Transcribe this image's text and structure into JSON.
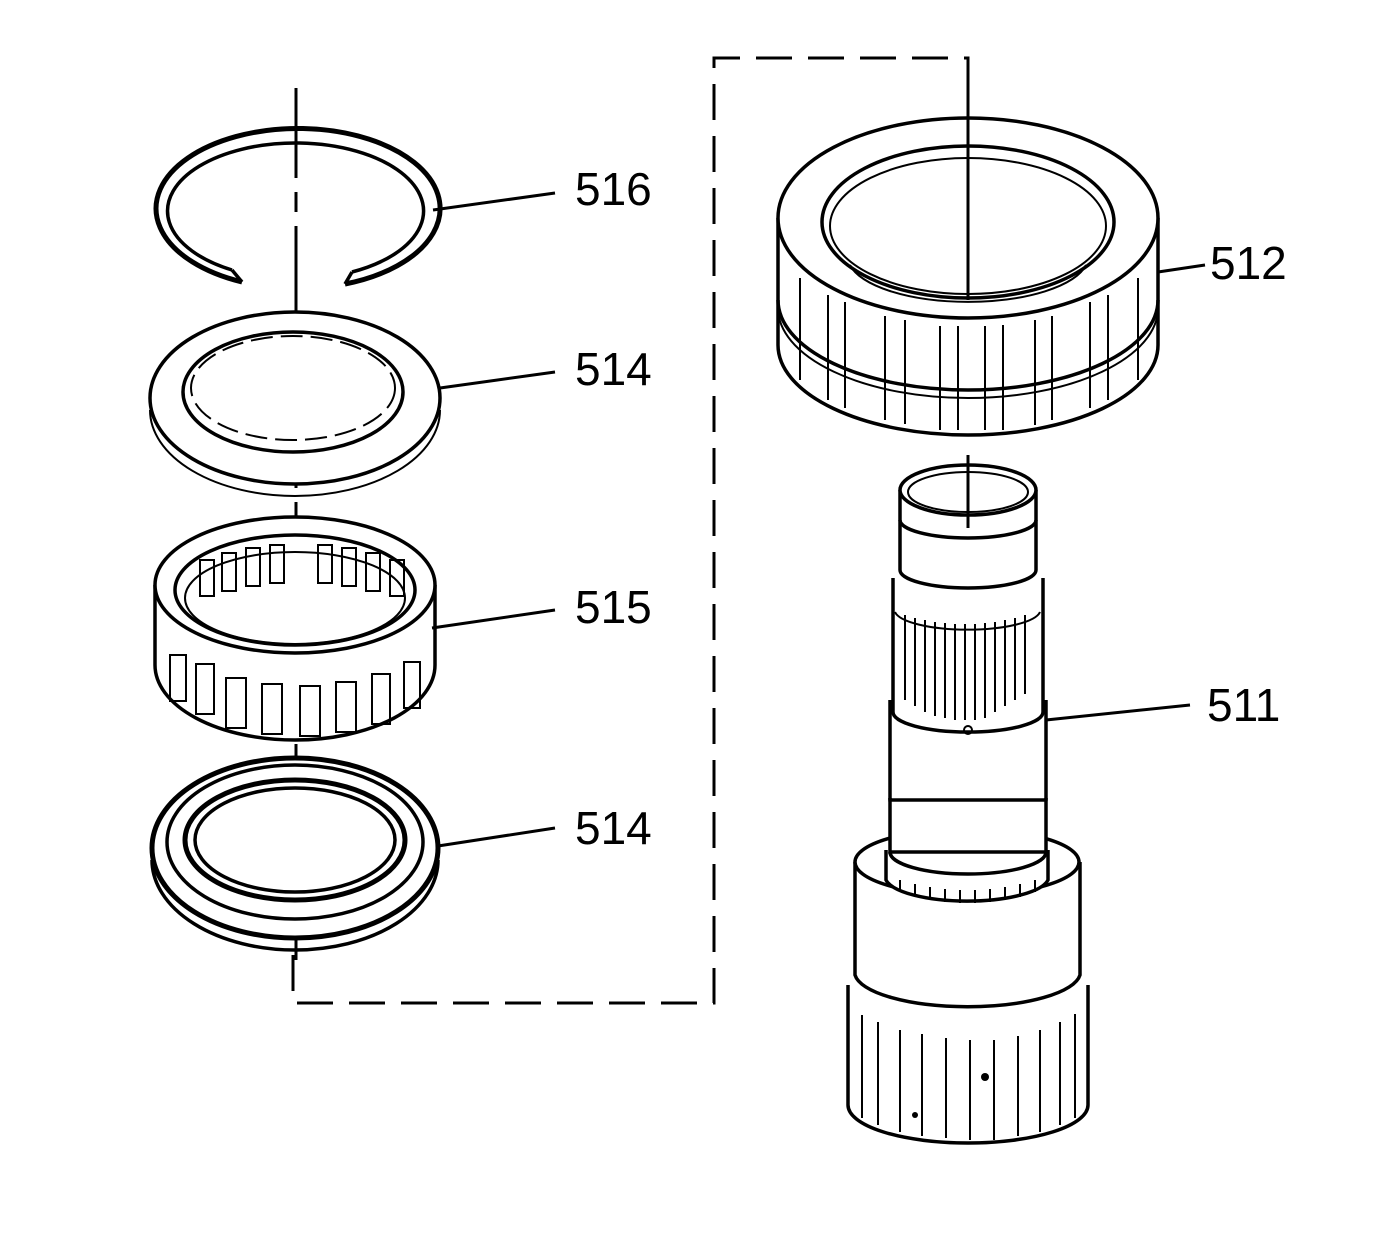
{
  "diagram": {
    "callouts": [
      {
        "id": "516",
        "text": "516"
      },
      {
        "id": "514a",
        "text": "514"
      },
      {
        "id": "515",
        "text": "515"
      },
      {
        "id": "514b",
        "text": "514"
      },
      {
        "id": "512",
        "text": "512"
      },
      {
        "id": "511",
        "text": "511"
      }
    ],
    "parts": [
      "snap-ring",
      "thrust-washer-upper",
      "bearing-cage",
      "thrust-washer-lower",
      "clutch-hub",
      "shaft"
    ],
    "colors": {
      "line": "#000000",
      "background": "#ffffff"
    }
  }
}
